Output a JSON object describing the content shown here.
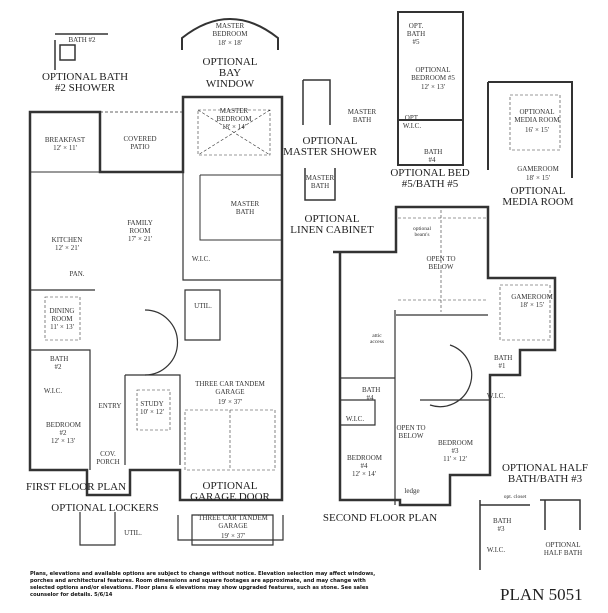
{
  "first_floor": {
    "title": "FIRST FLOOR PLAN",
    "rooms": {
      "breakfast": {
        "name": "BREAKFAST",
        "size": "12' × 11'"
      },
      "covered_patio": {
        "name": "COVERED PATIO"
      },
      "master_bedroom": {
        "name": "MASTER BEDROOM",
        "size": "18' × 14'"
      },
      "master_bath": {
        "name": "MASTER BATH"
      },
      "family_room": {
        "name": "FAMILY ROOM",
        "size": "17' × 21'"
      },
      "kitchen": {
        "name": "KITCHEN",
        "size": "12' × 21'"
      },
      "pantry": {
        "name": "PAN."
      },
      "master_wic": {
        "name": "W.I.C."
      },
      "dining_room": {
        "name": "DINING ROOM",
        "size": "11' × 13'"
      },
      "util": {
        "name": "UTIL."
      },
      "bath2": {
        "name": "BATH #2"
      },
      "wic2": {
        "name": "W.I.C."
      },
      "bedroom2": {
        "name": "BEDROOM #2",
        "size": "12' × 13'"
      },
      "entry": {
        "name": "ENTRY"
      },
      "study": {
        "name": "STUDY",
        "size": "10' × 12'"
      },
      "garage": {
        "name": "THREE CAR TANDEM GARAGE",
        "size": "19' × 37'"
      },
      "cov_porch": {
        "name": "COV. PORCH"
      }
    }
  },
  "second_floor": {
    "title": "SECOND FLOOR PLAN",
    "rooms": {
      "open_below_top": {
        "name": "OPEN TO BELOW"
      },
      "beams": {
        "name": "optional beam's"
      },
      "gameroom": {
        "name": "GAMEROOM",
        "size": "18' × 15'"
      },
      "attic": {
        "name": "attic access"
      },
      "bath4": {
        "name": "BATH #4"
      },
      "wic4": {
        "name": "W.I.C."
      },
      "open_below": {
        "name": "OPEN TO BELOW"
      },
      "bedroom3": {
        "name": "BEDROOM #3",
        "size": "11' × 12'"
      },
      "bedroom4": {
        "name": "BEDROOM #4",
        "size": "12' × 14'"
      },
      "ledge": {
        "name": "ledge"
      },
      "bath1": {
        "name": "BATH #1"
      },
      "wic1": {
        "name": "W.I.C."
      }
    }
  },
  "options": {
    "bath2_shower": {
      "title": "OPTIONAL BATH #2 SHOWER",
      "room": "BATH #2"
    },
    "bay_window": {
      "title": "OPTIONAL BAY WINDOW",
      "room": "MASTER BEDROOM",
      "size": "18' × 18'"
    },
    "master_shower": {
      "title": "OPTIONAL MASTER SHOWER",
      "room": "MASTER BATH"
    },
    "linen_cabinet": {
      "title": "OPTIONAL LINEN CABINET",
      "room": "MASTER BATH"
    },
    "bed5": {
      "title": "OPTIONAL BED #5/BATH #5",
      "bath": "OPT. BATH #5",
      "bedroom": "OPTIONAL BEDROOM #5",
      "size": "12' × 13'",
      "wic": "OPT. W.I.C.",
      "bath4": "BATH #4"
    },
    "media": {
      "title": "OPTIONAL MEDIA ROOM",
      "room": "OPTIONAL MEDIA ROOM",
      "size": "16' × 15'",
      "gameroom": "GAMEROOM",
      "gameroom_size": "18' × 15'"
    },
    "lockers": {
      "title": "OPTIONAL LOCKERS",
      "room": "UTIL."
    },
    "garage_door": {
      "title": "OPTIONAL GARAGE DOOR",
      "room": "THREE CAR TANDEM GARAGE",
      "size": "19' × 37'"
    },
    "half_bath": {
      "title": "OPTIONAL HALF BATH/BATH #3",
      "closet": "opt. closet",
      "bath": "BATH #3",
      "wic": "W.I.C.",
      "half": "OPTIONAL HALF BATH"
    }
  },
  "disclaimer": "Plans, elevations and available options are subject to change without notice. Elevation selection may affect windows, porches and architectural features. Room dimensions and square footages are approximate, and may change with selected options and/or elevations. Floor plans & elevations may show upgraded features, such as stone. See sales counselor for details.  5/6/14",
  "plan_name": "PLAN 5051"
}
